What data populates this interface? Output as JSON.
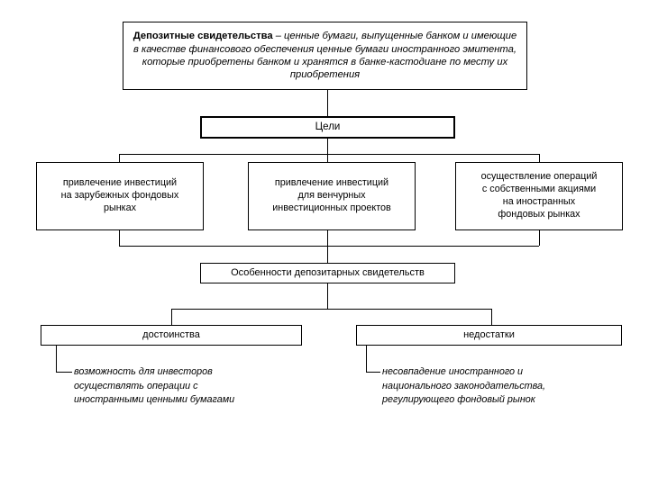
{
  "diagram": {
    "title_block": {
      "lead": "Депозитные свидетельства",
      "body": " – ценные бумаги, выпущенные банком и имеющие в качестве финансового обеспечения ценные бумаги иностранного эмитента, которые приобретены банком и хранятся в банке-кастодиане по месту их приобретения"
    },
    "goals_header": "Цели",
    "goals": [
      {
        "label": "привлечение инвестиций\nна зарубежных фондовых\nрынках"
      },
      {
        "label": "привлечение инвестиций\nдля венчурных\nинвестиционных проектов"
      },
      {
        "label": "осуществление операций\nс собственными акциями\nна иностранных\nфондовых рынках"
      }
    ],
    "features_header": "Особенности депозитарных свидетельств",
    "pros": {
      "header": "достоинства",
      "items": [
        "возможность для инвесторов\nосуществлять операции с\nиностранными ценными бумагами"
      ]
    },
    "cons": {
      "header": "недостатки",
      "items": [
        "несовпадение иностранного и\nнационального законодательства,\nрегулирующего фондовый рынок"
      ]
    },
    "colors": {
      "line": "#000000",
      "text": "#000000",
      "background": "#ffffff"
    }
  }
}
